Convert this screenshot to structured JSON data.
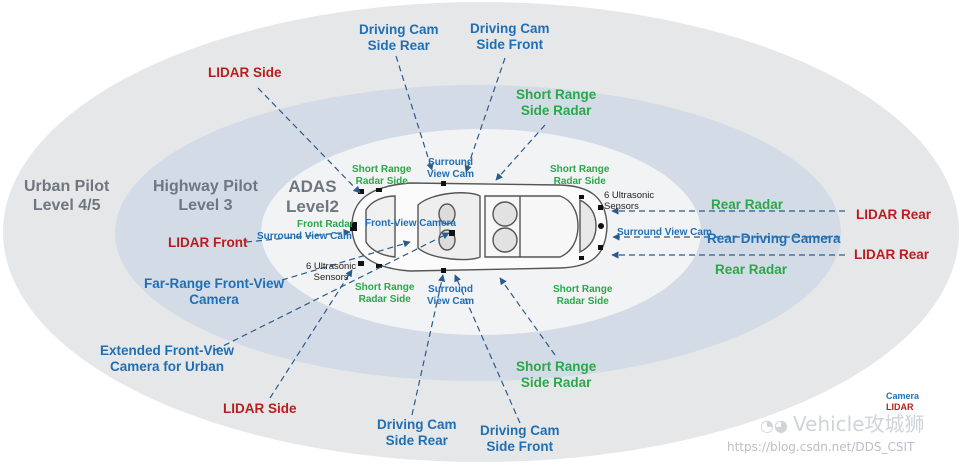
{
  "zones": {
    "urban": [
      "Urban Pilot",
      "Level 4/5"
    ],
    "highway": [
      "Highway Pilot",
      "Level 3"
    ],
    "adas": [
      "ADAS",
      "Level2"
    ]
  },
  "labels": {
    "lidar_side_top": "LIDAR Side",
    "lidar_side_bottom": "LIDAR Side",
    "lidar_front": "LIDAR Front",
    "lidar_rear_top": "LIDAR Rear",
    "lidar_rear_bottom": "LIDAR Rear",
    "driving_cam_side_rear_top": [
      "Driving Cam",
      "Side Rear"
    ],
    "driving_cam_side_front_top": [
      "Driving Cam",
      "Side Front"
    ],
    "driving_cam_side_rear_bottom": [
      "Driving Cam",
      "Side Rear"
    ],
    "driving_cam_side_front_bottom": [
      "Driving Cam",
      "Side Front"
    ],
    "short_range_side_radar_top": [
      "Short Range",
      "Side Radar"
    ],
    "short_range_side_radar_bottom": [
      "Short Range",
      "Side Radar"
    ],
    "rear_radar_top": "Rear Radar",
    "rear_radar_bottom": "Rear Radar",
    "rear_driving_camera": "Rear Driving Camera",
    "far_range_front_view": [
      "Far-Range Front-View",
      "Camera"
    ],
    "extended_front_view": [
      "Extended Front-View",
      "Camera for Urban"
    ],
    "front_view_camera": "Front-View Camera",
    "front_radar": "Front Radar",
    "surround_view_cam_front": "Surround View Cam",
    "surround_view_cam_rear": "Surround View Cam",
    "surround_view_cam_top": [
      "Surround",
      "View Cam"
    ],
    "surround_view_cam_bottom": [
      "Surround",
      "View Cam"
    ],
    "short_range_radar_side_tl": [
      "Short Range",
      "Radar Side"
    ],
    "short_range_radar_side_tr": [
      "Short Range",
      "Radar Side"
    ],
    "short_range_radar_side_bl": [
      "Short Range",
      "Radar Side"
    ],
    "short_range_radar_side_br": [
      "Short Range",
      "Radar Side"
    ],
    "ultrasonic_front": [
      "6 Ultrasonic",
      "Sensors"
    ],
    "ultrasonic_rear": [
      "6 Ultrasonic",
      "Sensors"
    ]
  },
  "legend": {
    "camera": "Camera",
    "lidar": "LIDAR"
  },
  "watermark": {
    "brand": "Vehicle攻城狮",
    "url": "https://blog.csdn.net/DDS_CSIT"
  },
  "colors": {
    "outer_ellipse": "#e6e7e9",
    "middle_ellipse": "#d3dbe6",
    "inner_ellipse": "#f2f3f4",
    "camera_blue": "#1f6fb5",
    "radar_green": "#2aa84a",
    "lidar_red": "#b81e1e",
    "zone_grey": "#6e7681"
  }
}
